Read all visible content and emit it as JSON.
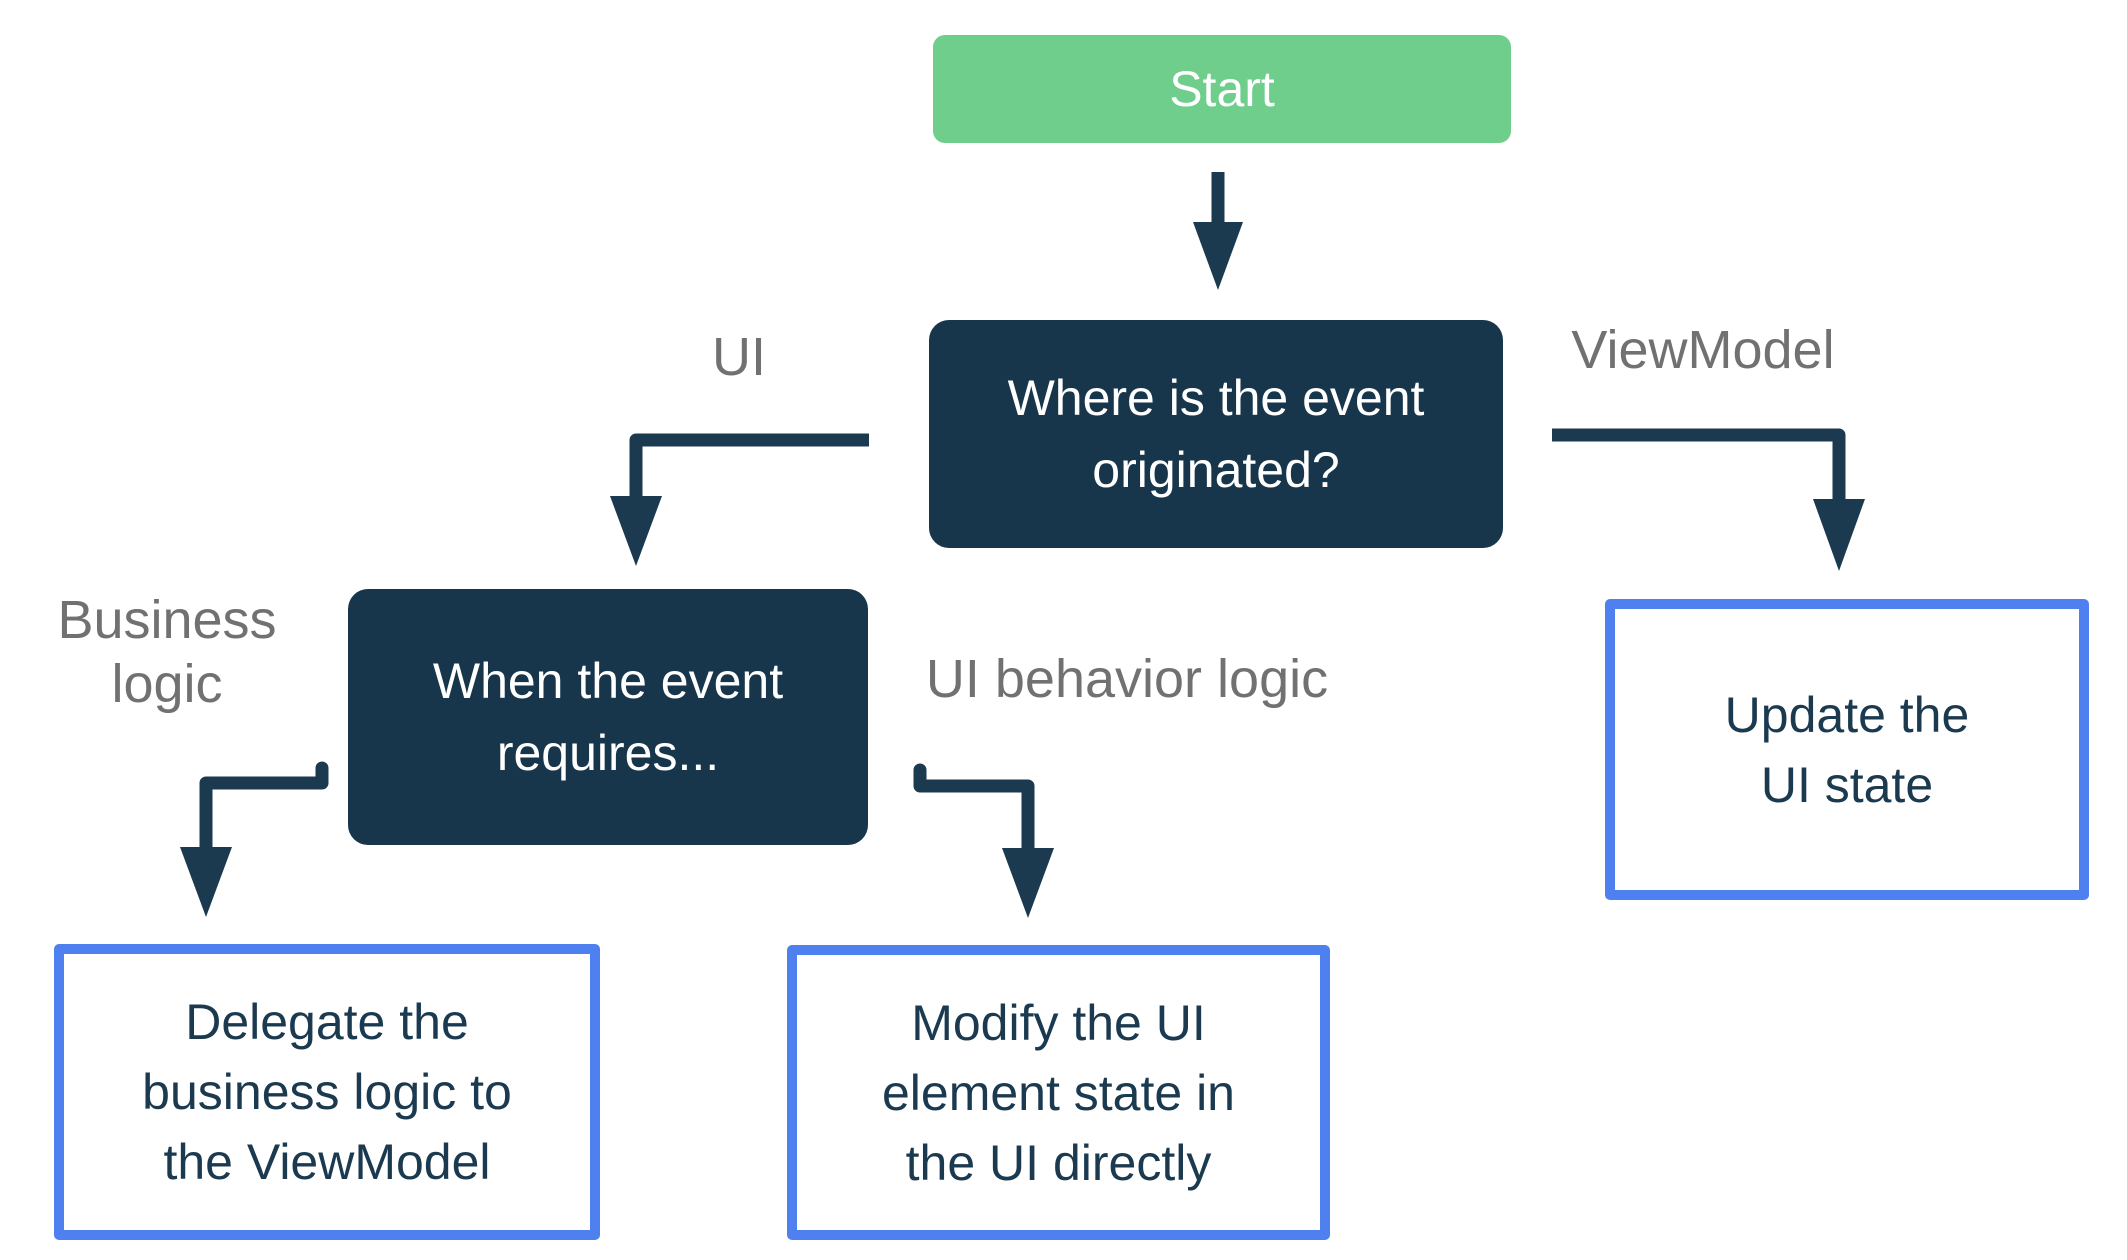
{
  "colors": {
    "canvas_bg": "#FFFFFF",
    "node_dark": "#17364B",
    "node_green": "#6FCE8C",
    "outline_blue": "#4E80F0",
    "arrow": "#1B3A50",
    "label_gray": "#717171",
    "text_light": "#FFFFFF",
    "text_dark": "#1B3A50"
  },
  "nodes": {
    "start": {
      "label": "Start",
      "type": "start"
    },
    "where_event_originated": {
      "label": "Where is the event\noriginated?",
      "type": "decision"
    },
    "when_event_requires": {
      "label": "When the event\nrequires...",
      "type": "decision"
    },
    "update_ui_state": {
      "label": "Update the\nUI state",
      "type": "result"
    },
    "delegate_business_logic": {
      "label": "Delegate the\nbusiness logic to\nthe ViewModel",
      "type": "result"
    },
    "modify_ui_element": {
      "label": "Modify the UI\nelement state in\nthe UI directly",
      "type": "result"
    }
  },
  "edge_labels": {
    "ui": "UI",
    "viewmodel": "ViewModel",
    "business_logic": "Business\nlogic",
    "ui_behavior_logic": "UI behavior logic"
  },
  "edges": [
    {
      "from": "Start",
      "to": "Where is the event originated?",
      "label": ""
    },
    {
      "from": "Where is the event originated?",
      "to": "When the event requires...",
      "label": "UI"
    },
    {
      "from": "Where is the event originated?",
      "to": "Update the UI state",
      "label": "ViewModel"
    },
    {
      "from": "When the event requires...",
      "to": "Delegate the business logic to the ViewModel",
      "label": "Business logic"
    },
    {
      "from": "When the event requires...",
      "to": "Modify the UI element state in the UI directly",
      "label": "UI behavior logic"
    }
  ]
}
